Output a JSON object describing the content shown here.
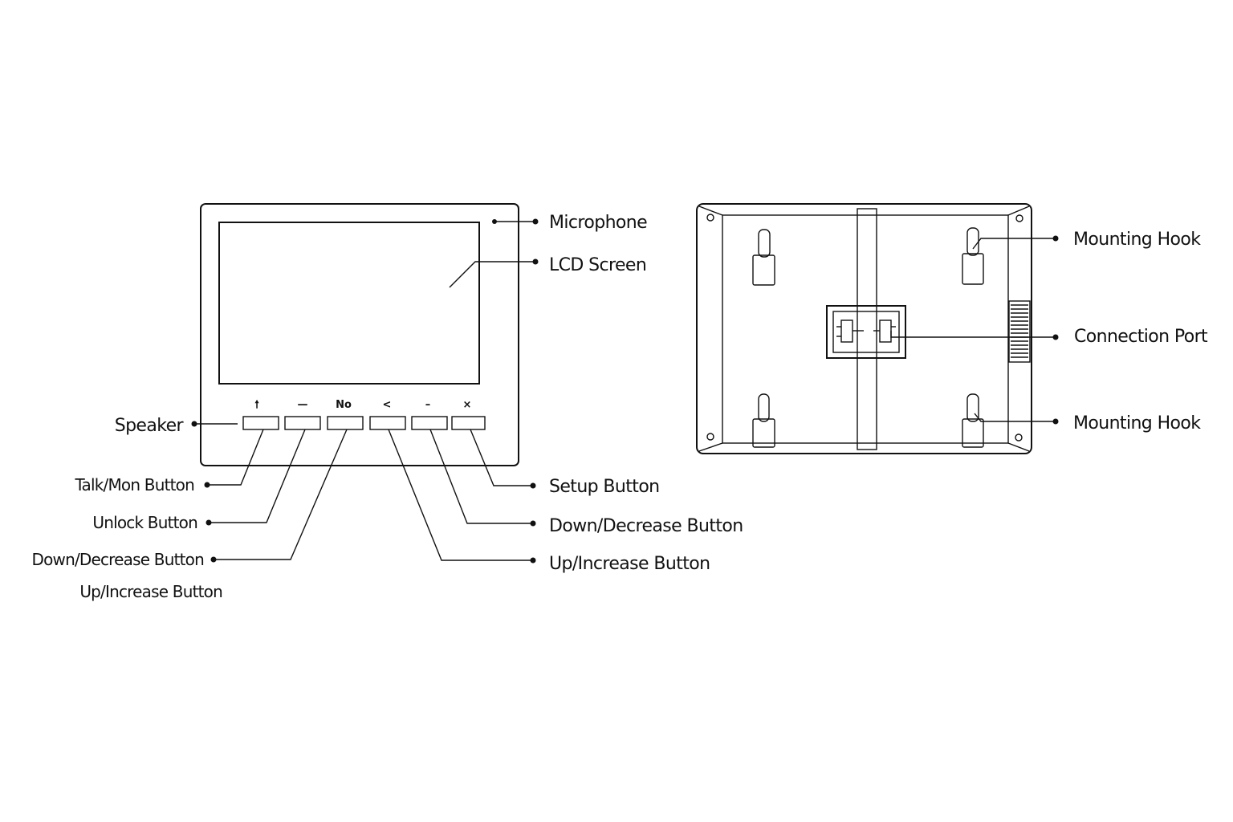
{
  "front_panel": {
    "labels": {
      "microphone": "Microphone",
      "lcd_screen": "LCD Screen",
      "speaker": "Speaker",
      "talk_mon": "Talk/Mon Button",
      "unlock": "Unlock Button",
      "down_decrease_left": "Down/Decrease Button",
      "up_increase_left": "Up/Increase Button",
      "setup": "Setup Button",
      "down_decrease_right": "Down/Decrease Button",
      "up_increase_right": "Up/Increase Button"
    },
    "button_glyphs": [
      "🠕",
      "—",
      "No",
      "<",
      "–",
      "×"
    ],
    "button_icons": [
      "arrow-up-icon",
      "dash-icon",
      "no-text-icon",
      "chevron-left-icon",
      "minus-icon",
      "close-icon"
    ]
  },
  "back_panel": {
    "labels": {
      "mounting_hook_top": "Mounting Hook",
      "connection_port": "Connection Port",
      "mounting_hook_bottom": "Mounting Hook"
    }
  },
  "colors": {
    "line": "#111111",
    "background": "#ffffff"
  }
}
